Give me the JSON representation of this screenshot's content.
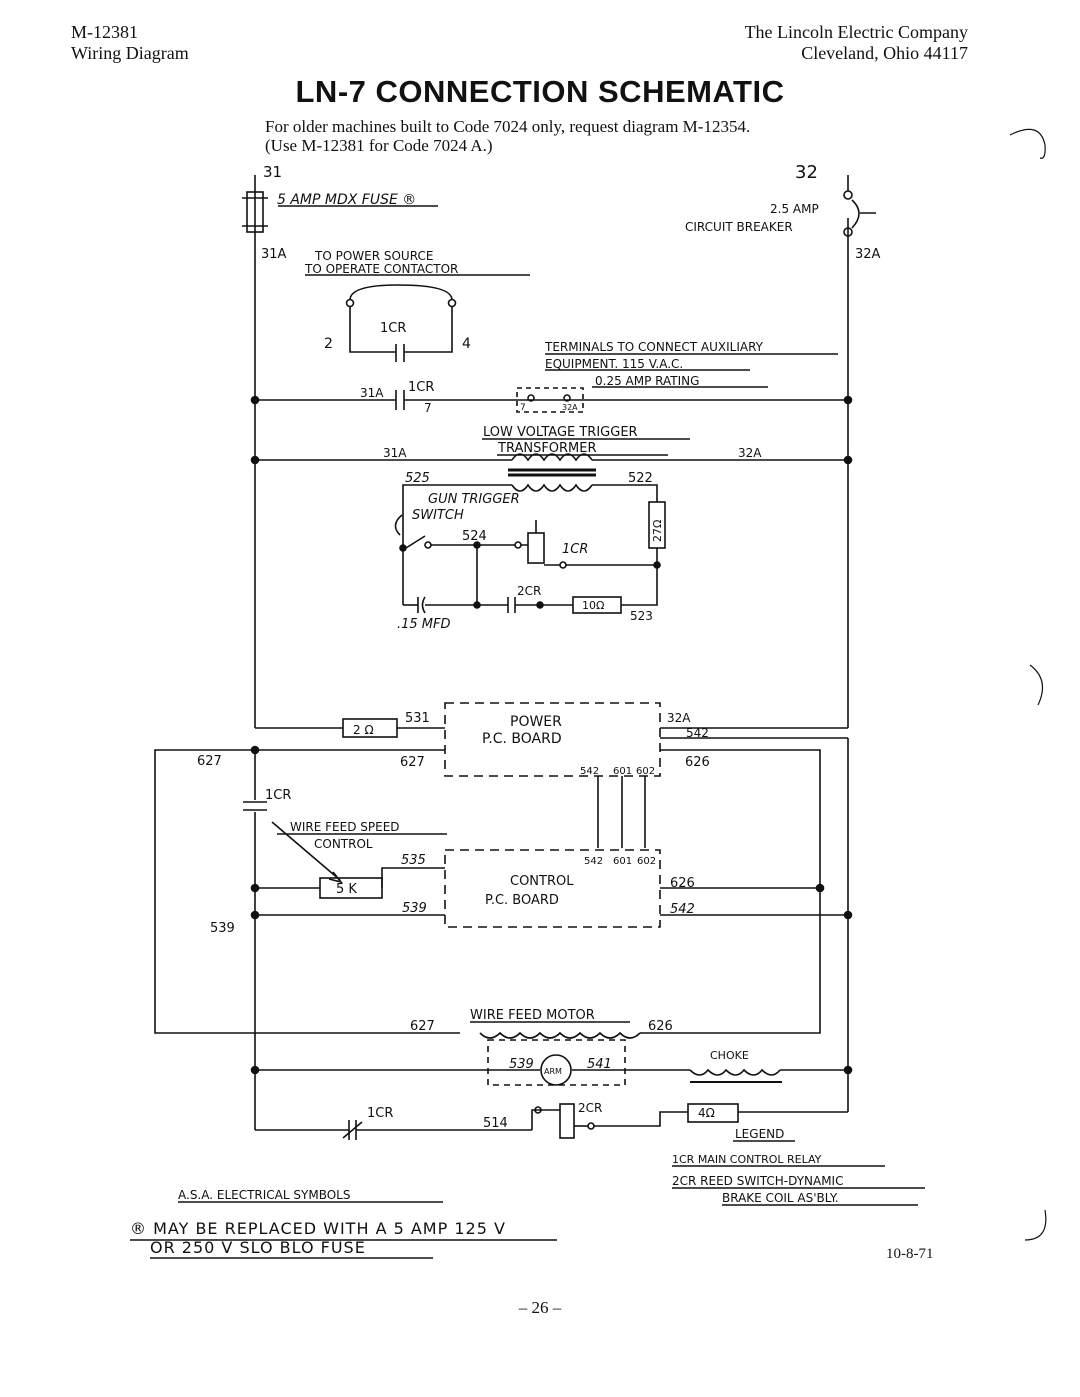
{
  "header": {
    "doc_number": "M-12381",
    "doc_type": "Wiring Diagram",
    "company": "The Lincoln Electric Company",
    "location": "Cleveland, Ohio 44117"
  },
  "title": "LN-7 CONNECTION SCHEMATIC",
  "notes": {
    "line1": "For older machines built to Code 7024 only, request diagram M-12354.",
    "line2": "(Use M-12381 for Code 7024 A.)"
  },
  "labels": {
    "w31": "31",
    "w32": "32",
    "w31a": "31A",
    "w32a": "32A",
    "fuse": "5 AMP MDX FUSE ®",
    "breaker_1": "2.5 AMP",
    "breaker_2": "CIRCUIT BREAKER",
    "power_src_1": "TO POWER SOURCE",
    "power_src_2": "TO OPERATE CONTACTOR",
    "t2": "2",
    "t4": "4",
    "icr": "1CR",
    "aux_1": "TERMINALS TO CONNECT AUXILIARY",
    "aux_2": "EQUIPMENT. 115 V.A.C.",
    "aux_3": "0.25 AMP RATING",
    "n7": "7",
    "aux_t1": "7",
    "aux_t2": "32A",
    "trans_1": "LOW VOLTAGE TRIGGER",
    "trans_2": "TRANSFORMER",
    "w525": "525",
    "w522": "522",
    "gun_1": "GUN TRIGGER",
    "gun_2": "SWITCH",
    "w524": "524",
    "r27": "27Ω",
    "cr2": "2CR",
    "r10": "10Ω",
    "w523": "523",
    "cap15": ".15 MFD",
    "r2": "2 Ω",
    "w531": "531",
    "power_pc_1": "POWER",
    "power_pc_2": "P.C. BOARD",
    "w542": "542",
    "w627": "627",
    "w626": "626",
    "w542_t": "542",
    "w601_t": "601",
    "w602_t": "602",
    "wfs_1": "WIRE FEED SPEED",
    "wfs_2": "CONTROL",
    "w535": "535",
    "pot": "5 K",
    "w539": "539",
    "ctrl_pc_1": "CONTROL",
    "ctrl_pc_2": "P.C. BOARD",
    "motor": "WIRE FEED MOTOR",
    "arm": "ARM",
    "w541": "541",
    "choke": "CHOKE",
    "w514": "514",
    "r4": "4Ω",
    "legend": "LEGEND",
    "legend_1": "1CR MAIN CONTROL RELAY",
    "legend_2a": "2CR REED SWITCH-DYNAMIC",
    "legend_2b": "BRAKE COIL AS'BLY.",
    "asa": "A.S.A. ELECTRICAL SYMBOLS"
  },
  "footnote": {
    "line1": "® MAY BE REPLACED WITH A 5 AMP 125 V",
    "line2": "OR 250 V SLO BLO FUSE"
  },
  "date": "10-8-71",
  "page_number": "– 26 –"
}
